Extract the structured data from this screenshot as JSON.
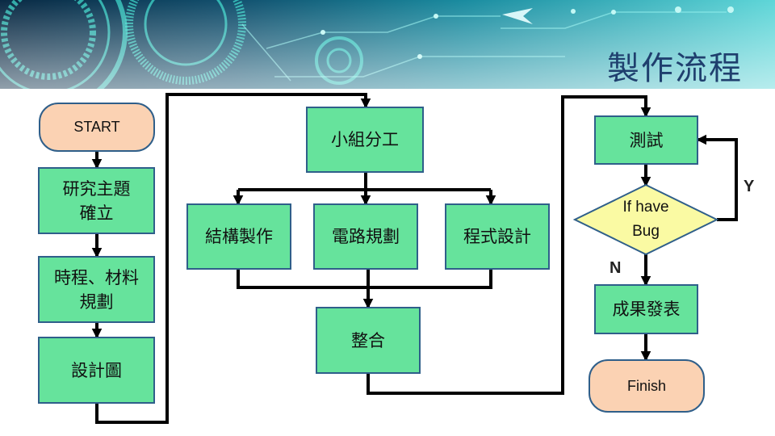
{
  "title": "製作流程",
  "nodes": {
    "start": "START",
    "topic": "研究主題\n確立",
    "schedule": "時程、材料\n規劃",
    "design": "設計圖",
    "group": "小組分工",
    "structure": "結構製作",
    "circuit": "電路規劃",
    "program": "程式設計",
    "integrate": "整合",
    "test": "測試",
    "decision": "If have\nBug",
    "publish": "成果發表",
    "finish": "Finish"
  },
  "labels": {
    "yes": "Y",
    "no": "N"
  },
  "colors": {
    "process": "#66e39c",
    "terminal": "#fbd2b3",
    "decision": "#fafaa3",
    "border": "#2f5f8a",
    "title": "#1f3f6e"
  }
}
